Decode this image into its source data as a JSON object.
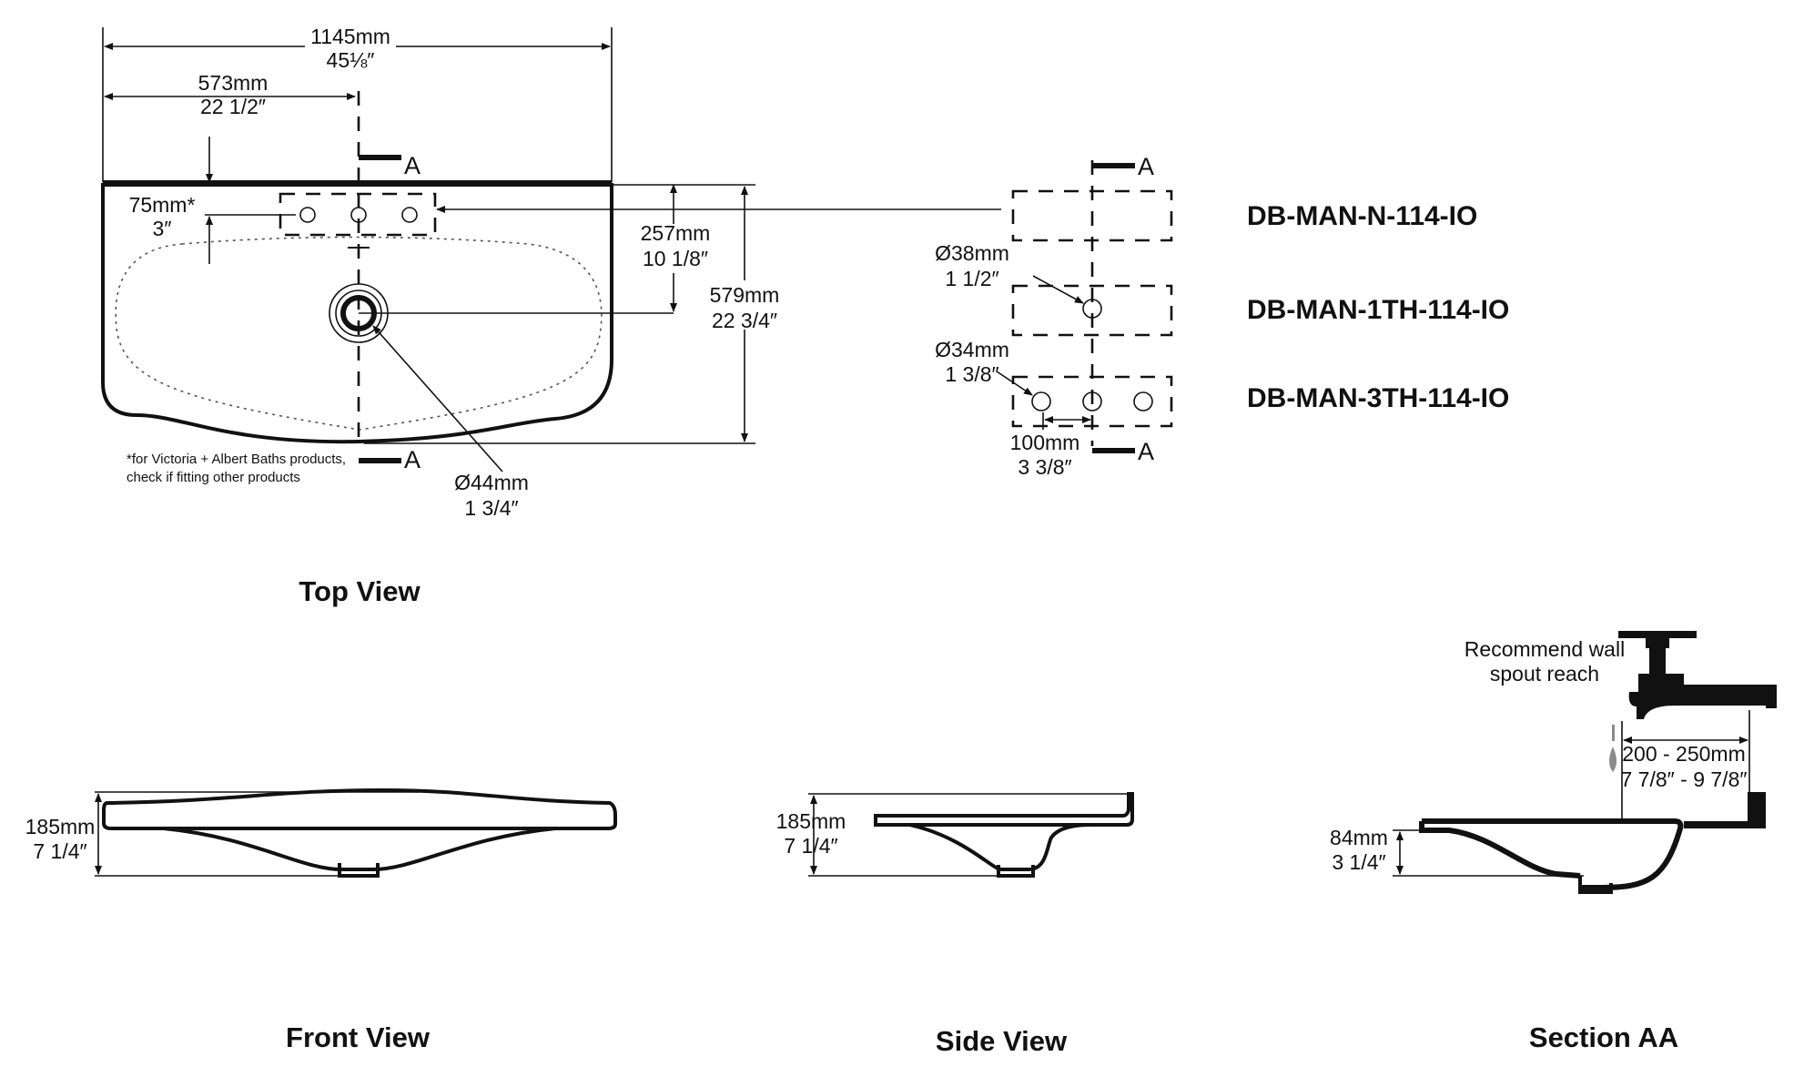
{
  "top_view": {
    "overall_width_mm": "1145mm",
    "overall_width_in": "45⅛″",
    "center_mm": "573mm",
    "center_in": "22 1/2″",
    "hole_inset_mm": "75mm*",
    "hole_inset_in": "3″",
    "waste_offset_mm": "257mm",
    "waste_offset_in": "10 1/8″",
    "depth_mm": "579mm",
    "depth_in": "22 3/4″",
    "waste_dia_mm": "Ø44mm",
    "waste_dia_in": "1 3/4″",
    "footnote_line1": "*for Victoria + Albert Baths products,",
    "footnote_line2": "check if fitting other products",
    "section_letter": "A",
    "title": "Top View"
  },
  "tap_holes": {
    "hole38_mm": "Ø38mm",
    "hole38_in": "1 1/2″",
    "hole34_mm": "Ø34mm",
    "hole34_in": "1 3/8″",
    "spacing_mm": "100mm",
    "spacing_in": "3 3/8″",
    "section_letter": "A"
  },
  "models": [
    "DB-MAN-N-114-IO",
    "DB-MAN-1TH-114-IO",
    "DB-MAN-3TH-114-IO"
  ],
  "front_view": {
    "height_mm": "185mm",
    "height_in": "7 1/4″",
    "title": "Front View"
  },
  "side_view": {
    "height_mm": "185mm",
    "height_in": "7 1/4″",
    "title": "Side View"
  },
  "section_aa": {
    "note_line1": "Recommend wall",
    "note_line2": "spout reach",
    "reach_mm": "200 - 250mm",
    "reach_in": "7 7/8″ - 9 7/8″",
    "bowl_depth_mm": "84mm",
    "bowl_depth_in": "3 1/4″",
    "title": "Section AA"
  },
  "colors": {
    "line": "#111111",
    "background": "#ffffff",
    "drip": "#8a8a8a"
  }
}
